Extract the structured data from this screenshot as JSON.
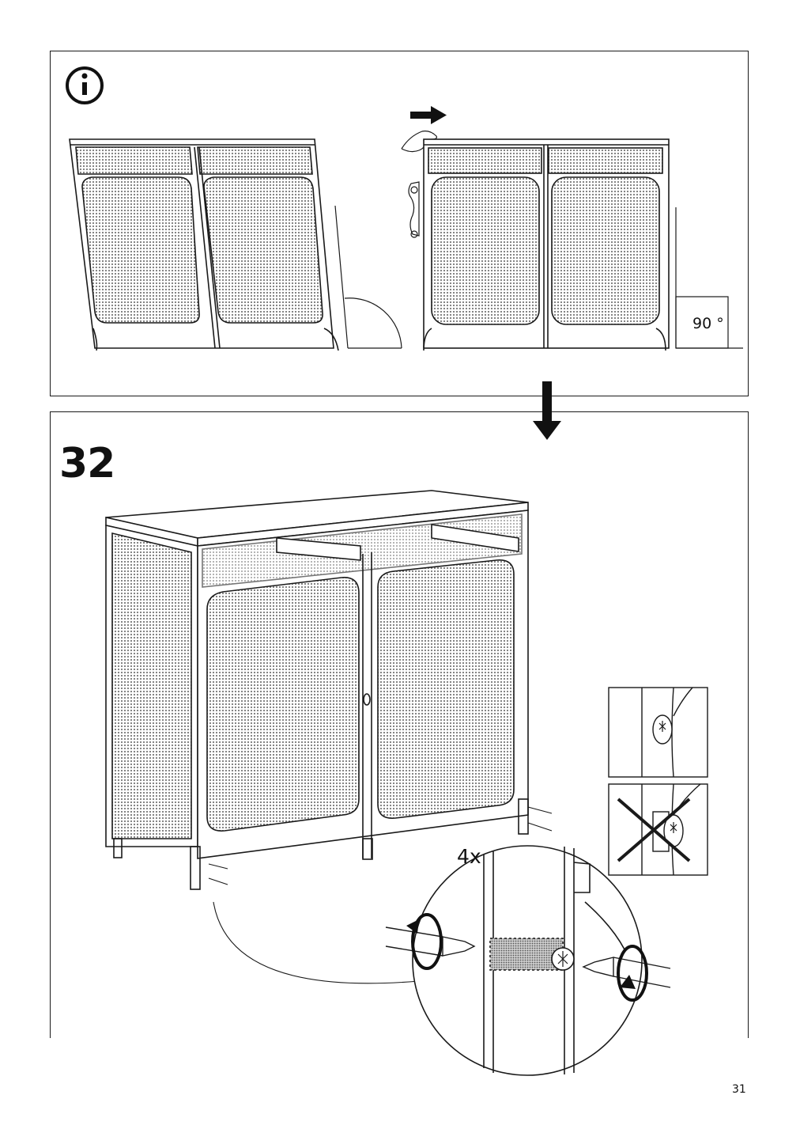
{
  "info_panel": {
    "icon": "info-icon",
    "angle_label": "90 °",
    "push_arrow_icon": "arrow-right-icon",
    "hand_icon": "hand-icon"
  },
  "transition_arrow_icon": "arrow-down-icon",
  "step": {
    "number": "32",
    "quantity_label": "4x",
    "correct_detail_icon": "screw-flush-icon",
    "wrong_detail_icon": "screw-protruding-crossed-icon",
    "rotate_icon": "rotate-arrow-icon",
    "screwdriver_icon": "screwdriver-icon"
  },
  "page": {
    "number": "31"
  },
  "colors": {
    "ink": "#1a1a1a",
    "mesh": "#8c8c8c",
    "paper": "#ffffff"
  }
}
